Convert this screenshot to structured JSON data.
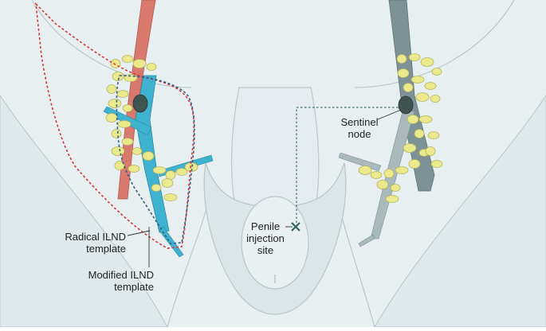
{
  "labels": {
    "radical_line1": "Radical ILND",
    "radical_line2": "template",
    "modified_line1": "Modified ILND",
    "modified_line2": "template",
    "sentinel_line1": "Sentinel",
    "sentinel_line2": "node",
    "penile_line1": "Penile",
    "penile_line2": "injection",
    "penile_line3": "site"
  },
  "colors": {
    "background": "#ffffff",
    "body_fill": "#e6eef0",
    "body_stroke": "#b9c8cc",
    "artery": "#d9786c",
    "vein": "#3fb2cf",
    "vessel_grey": "#7c9296",
    "lymph_node": "#eae98c",
    "lymph_node_stroke": "#b4b45e",
    "sentinel_node": "#3d5451",
    "radical_template": "#d8343b",
    "modified_template": "#2f5f88",
    "injection_path": "#3e6b6b"
  },
  "icons": {
    "injection_marker": "x-mark-icon"
  }
}
